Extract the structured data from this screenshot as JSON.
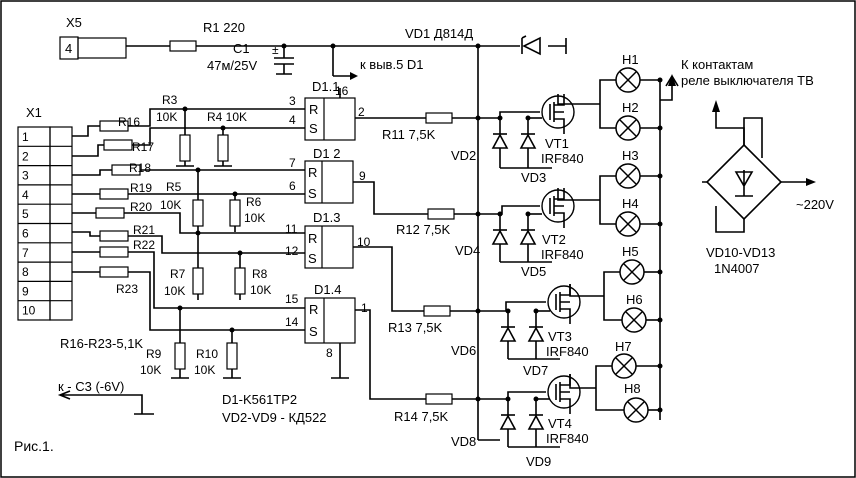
{
  "figure_caption": "Рис.1.",
  "connectors": {
    "x5": {
      "name": "X5",
      "pin": "4"
    },
    "x1": {
      "name": "X1",
      "pins": [
        "1",
        "2",
        "3",
        "4",
        "5",
        "6",
        "7",
        "8",
        "9",
        "10"
      ]
    }
  },
  "components": {
    "r1": "R1  220",
    "c1": "C1",
    "c1_value": "47м/25V",
    "c1_polarity": "±",
    "vd1": "VD1 Д814Д",
    "to_pin5": "к выв.5 D1",
    "relay_note_1": "К контактам",
    "relay_note_2": "реле выключателя ТВ",
    "r3": "R3",
    "r3_val": "10K",
    "r4": "R4 10K",
    "r5": "R5",
    "r5_val": "10K",
    "r6": "R6",
    "r6_val": "10K",
    "r7": "R7",
    "r7_val": "10K",
    "r8": "R8",
    "r8_val": "10K",
    "r9": "R9",
    "r9_val": "10K",
    "r10": "R10",
    "r10_val": "10K",
    "r16": "R16",
    "r17": "R17",
    "r18": "R18",
    "r19": "R19",
    "r20": "R20",
    "r21": "R21",
    "r22": "R22",
    "r23": "R23",
    "r11": "R11 7,5K",
    "r12": "R12 7,5K",
    "r13": "R13 7,5K",
    "r14": "R14 7,5K",
    "d1_1": "D1.1",
    "d1_2": "D1 2",
    "d1_3": "D1.3",
    "d1_4": "D1.4",
    "rs_r": "R",
    "rs_s": "S",
    "pin_3": "3",
    "pin_4": "4",
    "pin_16": "16",
    "pin_2": "2",
    "pin_7": "7",
    "pin_6": "6",
    "pin_9": "9",
    "pin_11": "11",
    "pin_12": "12",
    "pin_10": "10",
    "pin_15": "15",
    "pin_14": "14",
    "pin_1": "1",
    "pin_8": "8",
    "vt1": "VT1",
    "vt2": "VT2",
    "vt3": "VT3",
    "vt4": "VT4",
    "irf": "IRF840",
    "vd2": "VD2",
    "vd3": "VD3",
    "vd4": "VD4",
    "vd5": "VD5",
    "vd6": "VD6",
    "vd7": "VD7",
    "vd8": "VD8",
    "vd9": "VD9",
    "h1": "H1",
    "h2": "H2",
    "h3": "H3",
    "h4": "H4",
    "h5": "H5",
    "h6": "H6",
    "h7": "H7",
    "h8": "H8",
    "bridge_ac": "~220V",
    "bridge_name": "VD10-VD13",
    "bridge_part": "1N4007",
    "note_r16_23": "R16-R23-5,1K",
    "to_c3": "к - С3 (-6V)",
    "note_d1": "D1-K561TP2",
    "note_vd": "VD2-VD9 - КД522"
  }
}
